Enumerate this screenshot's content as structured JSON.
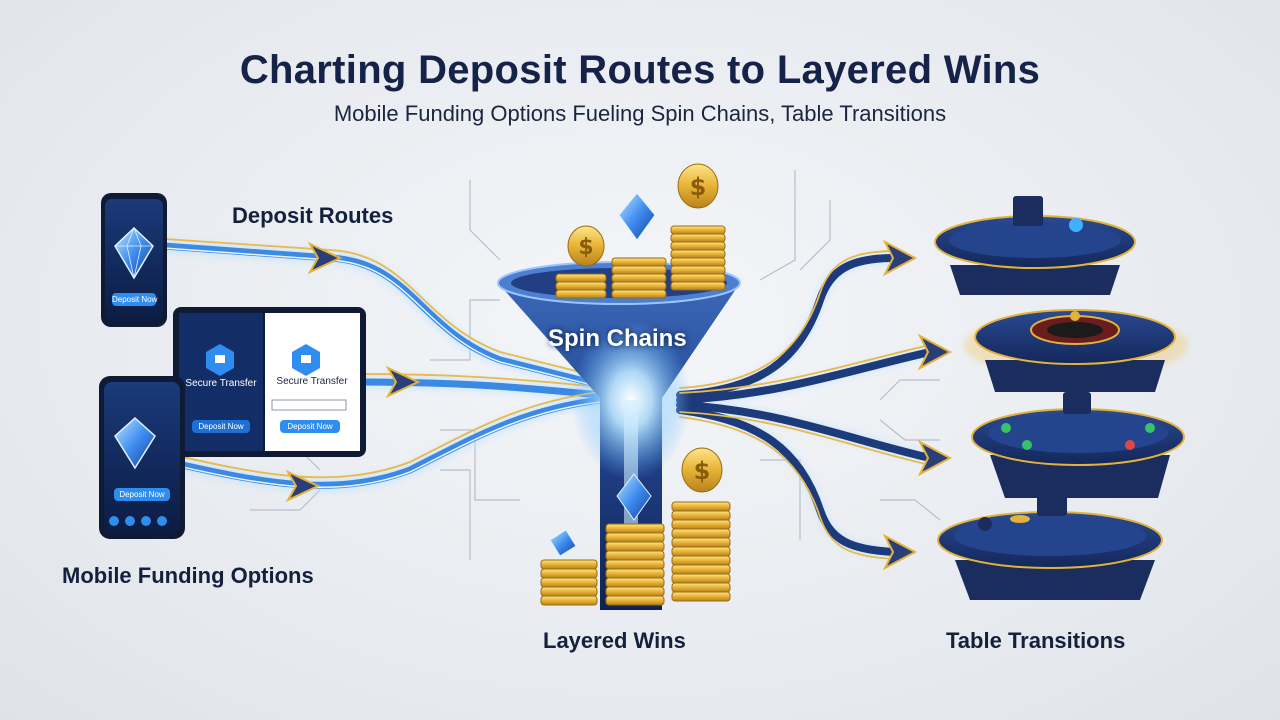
{
  "title": "Charting Deposit Routes to Layered Wins",
  "subtitle": "Mobile Funding Options Fueling Spin Chains, Table Transitions",
  "labels": {
    "deposit_routes": "Deposit Routes",
    "mobile_funding": "Mobile Funding Options",
    "spin_chains": "Spin Chains",
    "layered_wins": "Layered Wins",
    "table_transitions": "Table Transitions"
  },
  "devices": {
    "phone_top_button": "Deposit Now",
    "tablet_left_title": "Secure Transfer",
    "tablet_left_button": "Deposit Now",
    "tablet_right_title": "Secure Transfer",
    "tablet_right_button": "Deposit Now",
    "phone_bottom_button": "Deposit Now"
  },
  "colors": {
    "title": "#152348",
    "route_blue": "#2b7fe0",
    "route_glow": "#bfe4ff",
    "gold": "#e2b33c",
    "navy": "#1d2f66"
  },
  "icons": [
    "diamond-gem-icon",
    "dollar-coin-icon",
    "arrow-right-icon",
    "hexagon-shield-icon"
  ]
}
